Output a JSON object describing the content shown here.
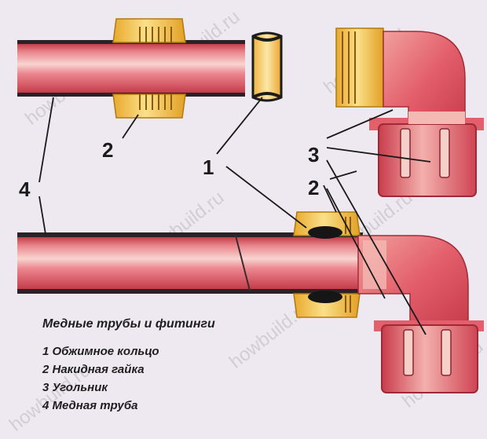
{
  "caption": {
    "title": "Медные трубы и фитинги",
    "items": [
      "1 Обжимное кольцо",
      "2 Накидная гайка",
      "3 Угольник",
      "4 Медная труба"
    ]
  },
  "callouts": {
    "one": "1",
    "two_top": "2",
    "two_right": "2",
    "three": "3",
    "four": "4"
  },
  "watermark": "howbuild.ru",
  "colors": {
    "copper": "#e25a68",
    "copper_light": "#f6c4c0",
    "brass": "#f1c142",
    "background": "#eee9f0"
  }
}
